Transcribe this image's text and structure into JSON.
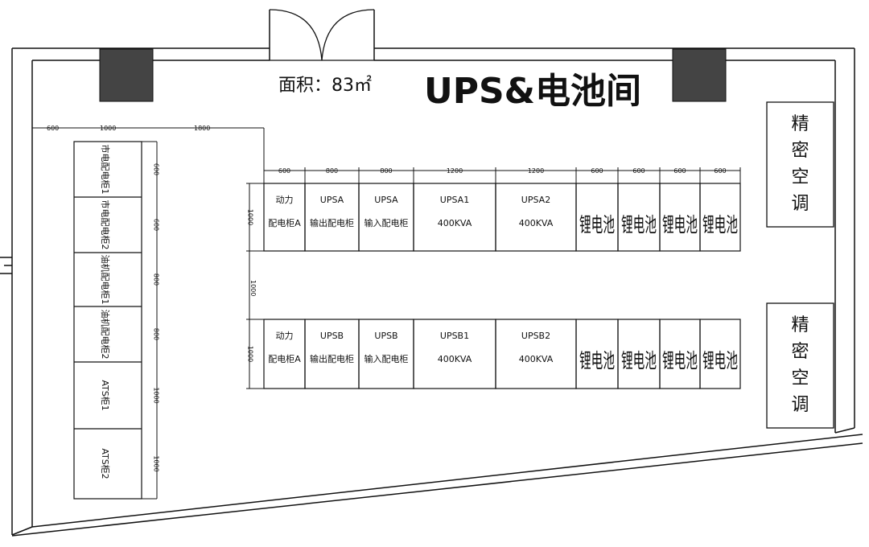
{
  "title": "UPS&电池间",
  "area_label": "面积：83㎡",
  "left_column": {
    "top_dims": [
      "600",
      "1000",
      "1800"
    ],
    "cabinets": [
      {
        "label": "市电配电柜1",
        "dim": "600"
      },
      {
        "label": "市电配电柜2",
        "dim": "600"
      },
      {
        "label": "油机配电柜1",
        "dim": "800"
      },
      {
        "label": "油机配电柜2",
        "dim": "800"
      },
      {
        "label": "ATS柜1",
        "dim": "1000"
      },
      {
        "label": "ATS柜2",
        "dim": "1000"
      }
    ]
  },
  "row_a": {
    "dims": [
      "600",
      "800",
      "800",
      "1200",
      "1200",
      "600",
      "600",
      "600",
      "600"
    ],
    "depth_dim": "1000",
    "cabinets": [
      {
        "line1": "动力",
        "line2": "配电柜A"
      },
      {
        "line1": "UPSA",
        "line2": "输出配电柜"
      },
      {
        "line1": "UPSA",
        "line2": "输入配电柜"
      },
      {
        "line1": "UPSA1",
        "line2": "400KVA"
      },
      {
        "line1": "UPSA2",
        "line2": "400KVA"
      }
    ],
    "batteries": [
      "锂电池",
      "锂电池",
      "锂电池",
      "锂电池"
    ]
  },
  "aisle_dim": "1000",
  "row_b": {
    "depth_dim": "1000",
    "cabinets": [
      {
        "line1": "动力",
        "line2": "配电柜A"
      },
      {
        "line1": "UPSB",
        "line2": "输出配电柜"
      },
      {
        "line1": "UPSB",
        "line2": "输入配电柜"
      },
      {
        "line1": "UPSB1",
        "line2": "400KVA"
      },
      {
        "line1": "UPSB2",
        "line2": "400KVA"
      }
    ],
    "batteries": [
      "锂电池",
      "锂电池",
      "锂电池",
      "锂电池"
    ]
  },
  "ac_units": [
    {
      "chars": [
        "精",
        "密",
        "空",
        "调"
      ]
    },
    {
      "chars": [
        "精",
        "密",
        "空",
        "调"
      ]
    }
  ]
}
